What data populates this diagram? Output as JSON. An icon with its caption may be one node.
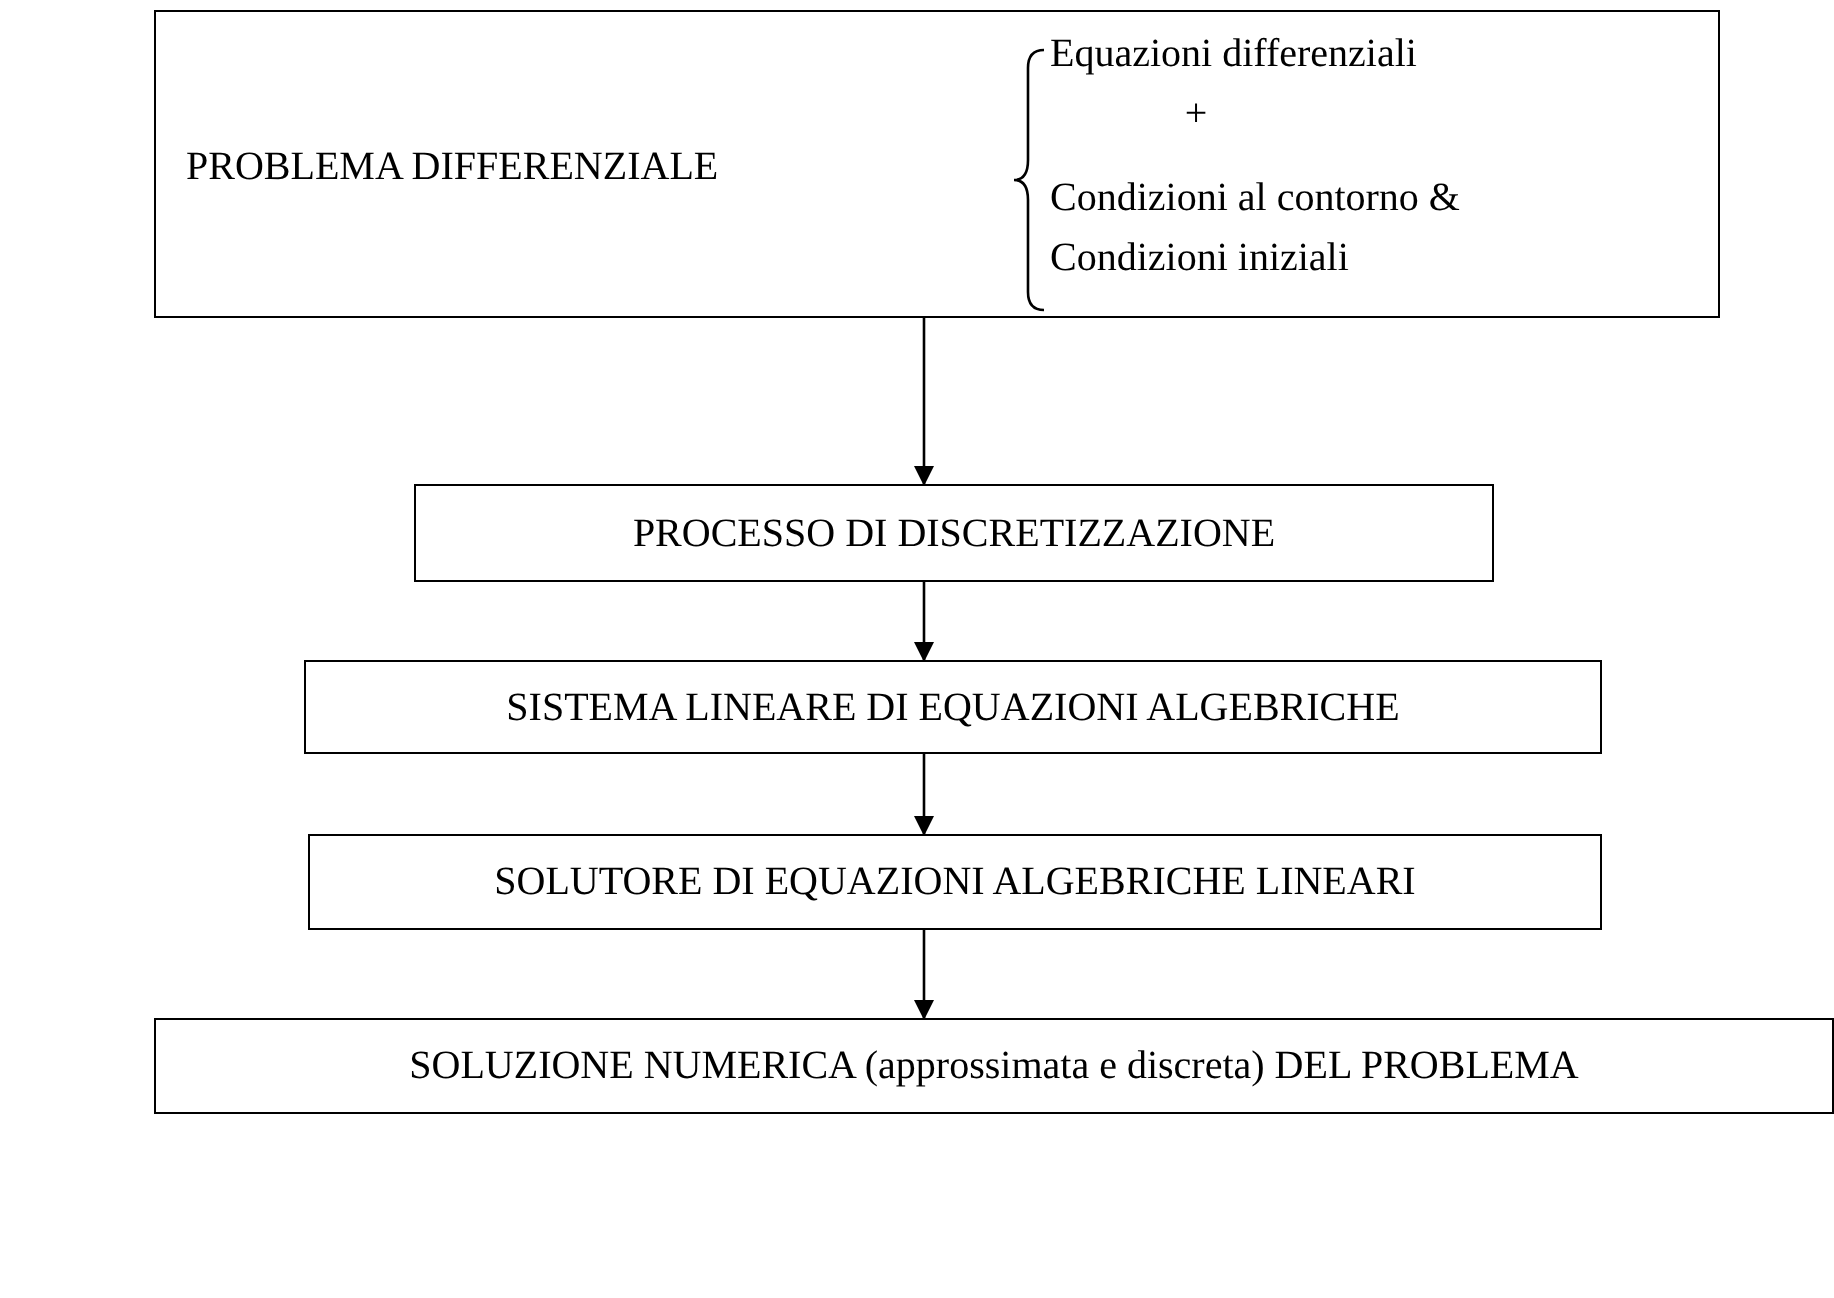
{
  "diagram": {
    "nodes": [
      {
        "text": [
          "PROBLEMA DIFFERENZIALE",
          "Equazioni differenziali",
          "+",
          "Condizioni al contorno & Condizioni iniziali"
        ]
      },
      {
        "text": [
          "PROCESSO DI DISCRETIZZAZIONE"
        ]
      },
      {
        "text": [
          "SISTEMA LINEARE DI EQUAZIONI ALGEBRICHE"
        ]
      },
      {
        "text": [
          "SOLUTORE DI EQUAZIONI ALGEBRICHE LINEARI"
        ]
      },
      {
        "text": [
          "SOLUZIONE NUMERICA (approssimata e discreta) DEL PROBLEMA"
        ]
      }
    ],
    "edges": [
      {
        "from": 0,
        "to": 1,
        "arrow": "to"
      },
      {
        "from": 1,
        "to": 2,
        "arrow": "to"
      },
      {
        "from": 2,
        "to": 3,
        "arrow": "to"
      },
      {
        "from": 3,
        "to": 4,
        "arrow": "to"
      }
    ]
  }
}
